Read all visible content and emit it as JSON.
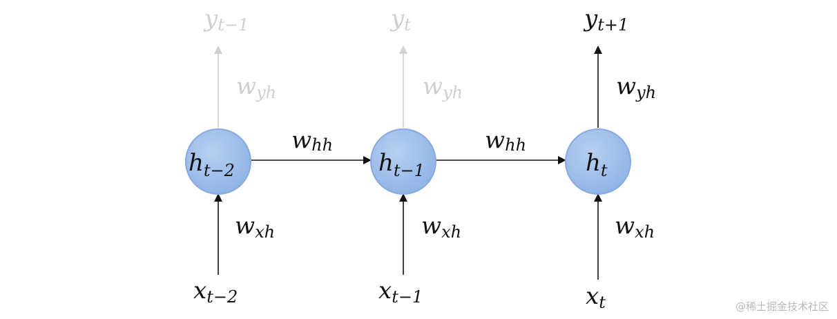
{
  "nodes": [
    {
      "base": "h",
      "sub": "t−2"
    },
    {
      "base": "h",
      "sub": "t−1"
    },
    {
      "base": "h",
      "sub": "t"
    }
  ],
  "inputs": [
    {
      "base": "x",
      "sub": "t−2"
    },
    {
      "base": "x",
      "sub": "t−1"
    },
    {
      "base": "x",
      "sub": "t"
    }
  ],
  "outputs": [
    {
      "base": "y",
      "sub": "t−1"
    },
    {
      "base": "y",
      "sub": "t"
    },
    {
      "base": "y",
      "sub": "t+1"
    }
  ],
  "weights": {
    "input": {
      "base": "w",
      "sub": "xh"
    },
    "hidden": {
      "base": "w",
      "sub": "hh"
    },
    "output": {
      "base": "w",
      "sub": "yh"
    }
  },
  "colors": {
    "node_fill": "#9dbde8",
    "node_stroke": "#8aaee0",
    "active": "#111111",
    "faded": "#cfcfcf"
  },
  "watermark": "@稀土掘金技术社区"
}
